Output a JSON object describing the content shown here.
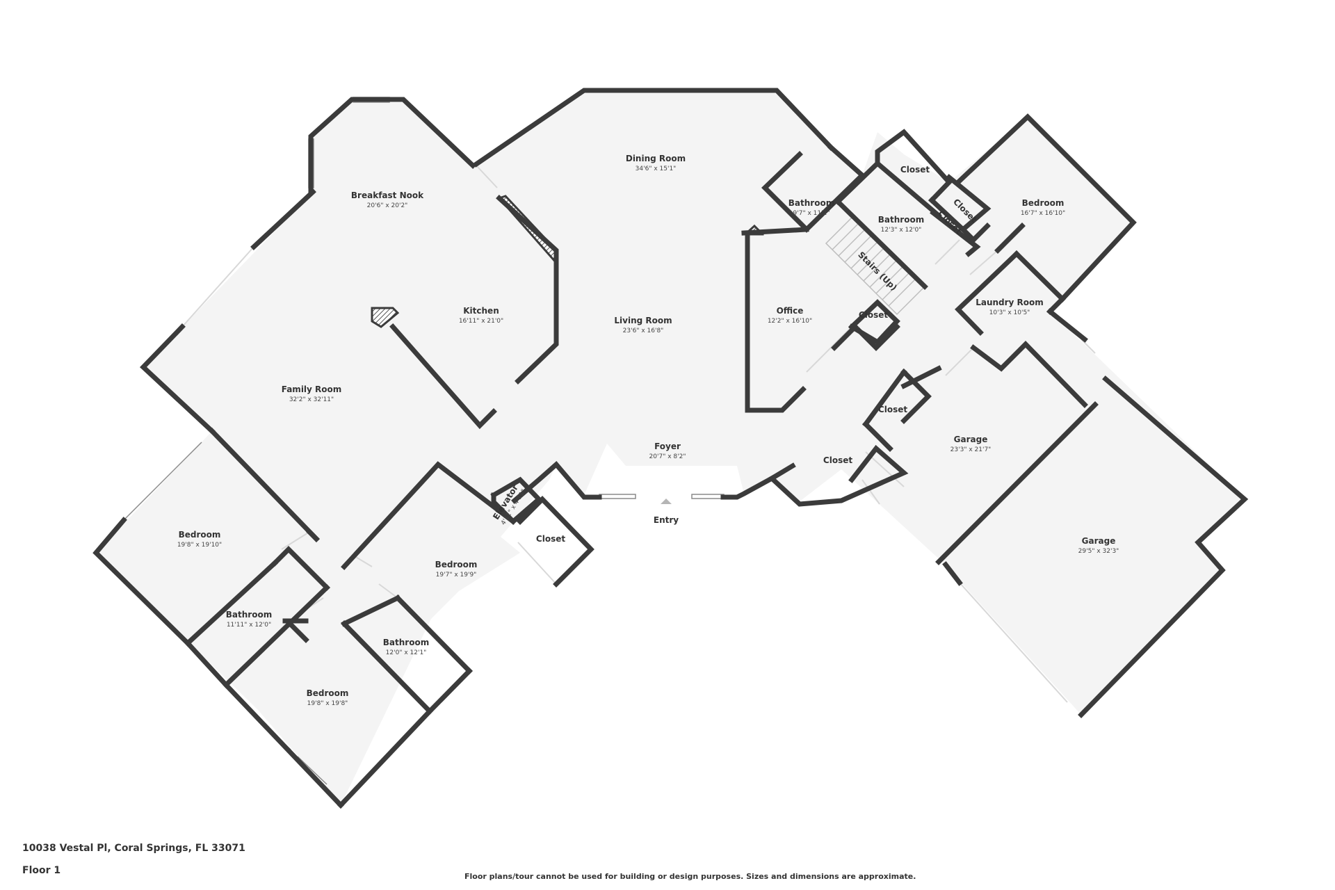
{
  "address": "10038 Vestal Pl, Coral Springs, FL 33071",
  "floor_label": "Floor 1",
  "disclaimer": "Floor plans/tour cannot be used for building or design purposes. Sizes and dimensions are approximate.",
  "entry_label": "Entry",
  "rooms": {
    "dining_room": {
      "name": "Dining Room",
      "dims": "34'6\" x 15'1\""
    },
    "breakfast_nook": {
      "name": "Breakfast Nook",
      "dims": "20'6\" x 20'2\""
    },
    "kitchen": {
      "name": "Kitchen",
      "dims": "16'11\" x 21'0\""
    },
    "living_room": {
      "name": "Living Room",
      "dims": "23'6\" x 16'8\""
    },
    "family_room": {
      "name": "Family Room",
      "dims": "32'2\" x 32'11\""
    },
    "foyer": {
      "name": "Foyer",
      "dims": "20'7\" x 8'2\""
    },
    "bathroom_office": {
      "name": "Bathroom",
      "dims": "9'7\" x 11'2\""
    },
    "bathroom_stairs": {
      "name": "Bathroom",
      "dims": "12'3\" x 12'0\""
    },
    "office": {
      "name": "Office",
      "dims": "12'2\" x 16'10\""
    },
    "bedroom_east": {
      "name": "Bedroom",
      "dims": "16'7\" x 16'10\""
    },
    "laundry_room": {
      "name": "Laundry Room",
      "dims": "10'3\" x 10'5\""
    },
    "garage_small": {
      "name": "Garage",
      "dims": "23'3\" x 21'7\""
    },
    "garage_large": {
      "name": "Garage",
      "dims": "29'5\" x 32'3\""
    },
    "bedroom_west": {
      "name": "Bedroom",
      "dims": "19'8\" x 19'10\""
    },
    "bathroom_west": {
      "name": "Bathroom",
      "dims": "11'11\" x 12'0\""
    },
    "bedroom_south": {
      "name": "Bedroom",
      "dims": "19'8\" x 19'8\""
    },
    "bedroom_center": {
      "name": "Bedroom",
      "dims": "19'7\" x 19'9\""
    },
    "bathroom_center": {
      "name": "Bathroom",
      "dims": "12'0\" x 12'1\""
    },
    "elevator": {
      "name": "Elevator",
      "dims": "4'11\" x 4'11\""
    },
    "stairs": {
      "name": "Stairs (Up)"
    }
  },
  "closets": {
    "top": "Closet",
    "diag_a": "Closet",
    "diag_b": "Closet",
    "office": "Closet",
    "garage": "Closet",
    "lower": "Closet",
    "center": "Closet"
  }
}
